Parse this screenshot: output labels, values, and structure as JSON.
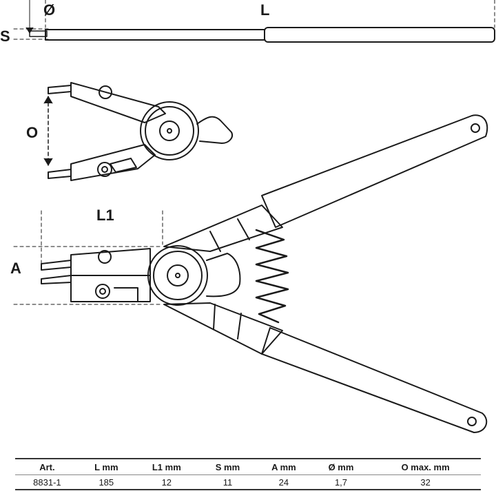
{
  "labels": {
    "diameter": "Ø",
    "length": "L",
    "thickness": "S",
    "opening": "O",
    "tip_length": "L1",
    "tip_spread": "A"
  },
  "table": {
    "headers": [
      "Art.",
      "L  mm",
      "L1  mm",
      "S  mm",
      "A  mm",
      "Ø  mm",
      "O  max. mm"
    ],
    "rows": [
      [
        "8831-1",
        "185",
        "12",
        "11",
        "24",
        "1,7",
        "32"
      ]
    ]
  }
}
